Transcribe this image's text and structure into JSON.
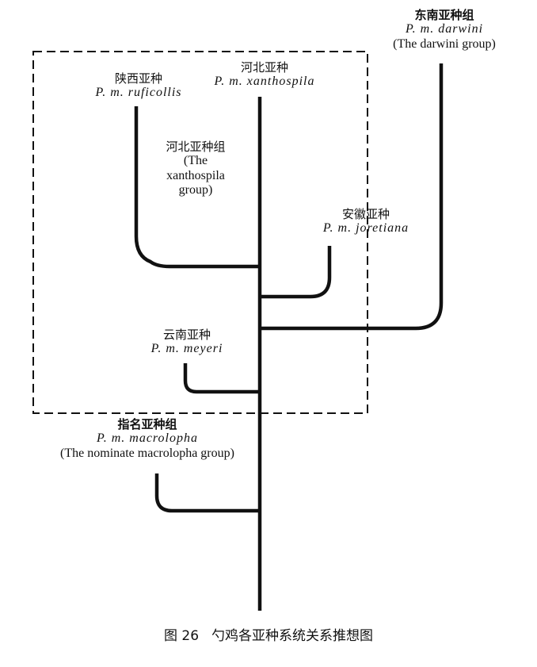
{
  "groups": {
    "darwini": {
      "zh": "东南亚种组",
      "sci": "P. m. darwini",
      "en": "(The darwini group)"
    },
    "xanthospila": {
      "zh": "河北亚种组",
      "en_lines": [
        "(The",
        "xanthospila",
        "group)"
      ]
    },
    "macrolopha": {
      "zh": "指名亚种组",
      "sci": "P. m. macrolopha",
      "en": "(The nominate macrolopha group)"
    }
  },
  "subspecies": {
    "ruficollis": {
      "zh": "陕西亚种",
      "sci": "P. m. ruficollis"
    },
    "xanthospila": {
      "zh": "河北亚种",
      "sci": "P. m. xanthospila"
    },
    "joretiana": {
      "zh": "安徽亚种",
      "sci": "P. m. joretiana"
    },
    "meyeri": {
      "zh": "云南亚种",
      "sci": "P. m. meyeri"
    }
  },
  "caption": {
    "number": "图 26",
    "title": "勺鸡各亚种系统关系推想图"
  },
  "colors": {
    "ink": "#111111",
    "background": "#ffffff"
  }
}
